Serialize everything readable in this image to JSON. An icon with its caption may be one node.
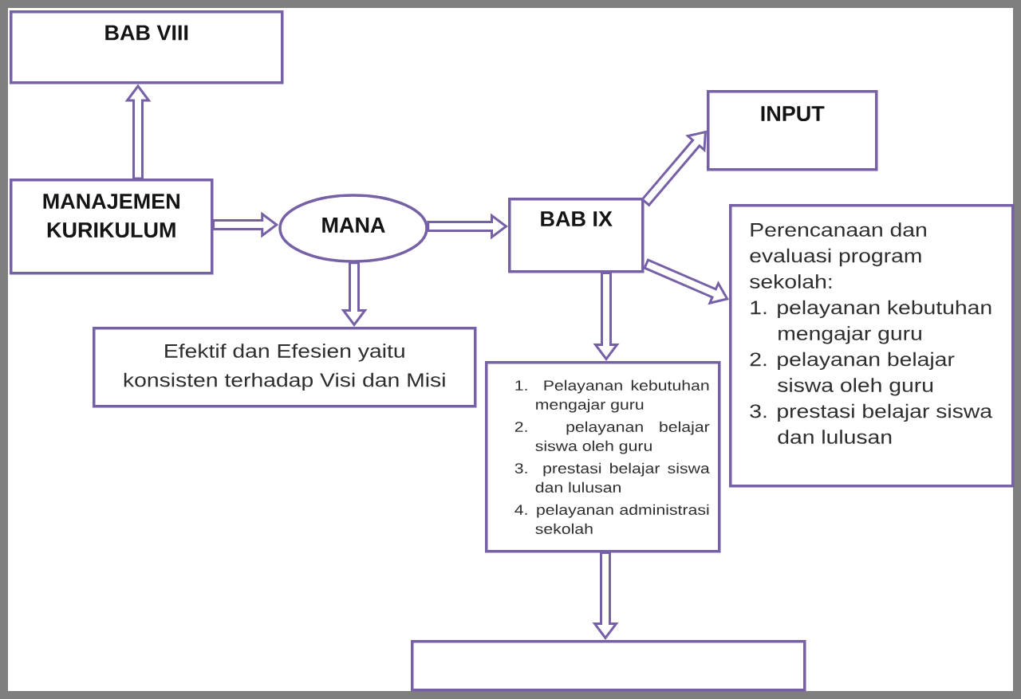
{
  "diagram": {
    "nodes": [
      {
        "text": [
          "BAB VIII"
        ]
      },
      {
        "text": [
          "MANAJEMEN KURIKULUM"
        ]
      },
      {
        "text": [
          "MANA"
        ]
      },
      {
        "text": [
          "Efektif dan Efesien yaitu konsisten terhadap Visi dan Misi"
        ]
      },
      {
        "text": [
          "BAB IX"
        ]
      },
      {
        "text": [
          "INPUT"
        ]
      },
      {
        "text": [
          "Perencanaan dan evaluasi program sekolah:",
          "1. pelayanan kebutuhan mengajar guru",
          "2. pelayanan belajar siswa oleh guru",
          "3. prestasi belajar siswa dan lulusan"
        ]
      },
      {
        "text": [
          "1. Pelayanan kebutuhan mengajar guru",
          "2. pelayanan belajar siswa oleh guru",
          "3. prestasi belajar siswa dan lulusan",
          "4. pelayanan administrasi sekolah"
        ]
      },
      {
        "text": [],
        "shape": "box"
      }
    ],
    "edges": [
      {
        "from": 1,
        "to": 0,
        "arrow": "to"
      },
      {
        "from": 1,
        "to": 2,
        "arrow": "to"
      },
      {
        "from": 2,
        "to": 3,
        "arrow": "to"
      },
      {
        "from": 2,
        "to": 4,
        "arrow": "to"
      },
      {
        "from": 4,
        "to": 5,
        "arrow": "to"
      },
      {
        "from": 4,
        "to": 6,
        "arrow": "to"
      },
      {
        "from": 4,
        "to": 7,
        "arrow": "to"
      },
      {
        "from": 7,
        "to": 8,
        "arrow": "to"
      }
    ]
  }
}
